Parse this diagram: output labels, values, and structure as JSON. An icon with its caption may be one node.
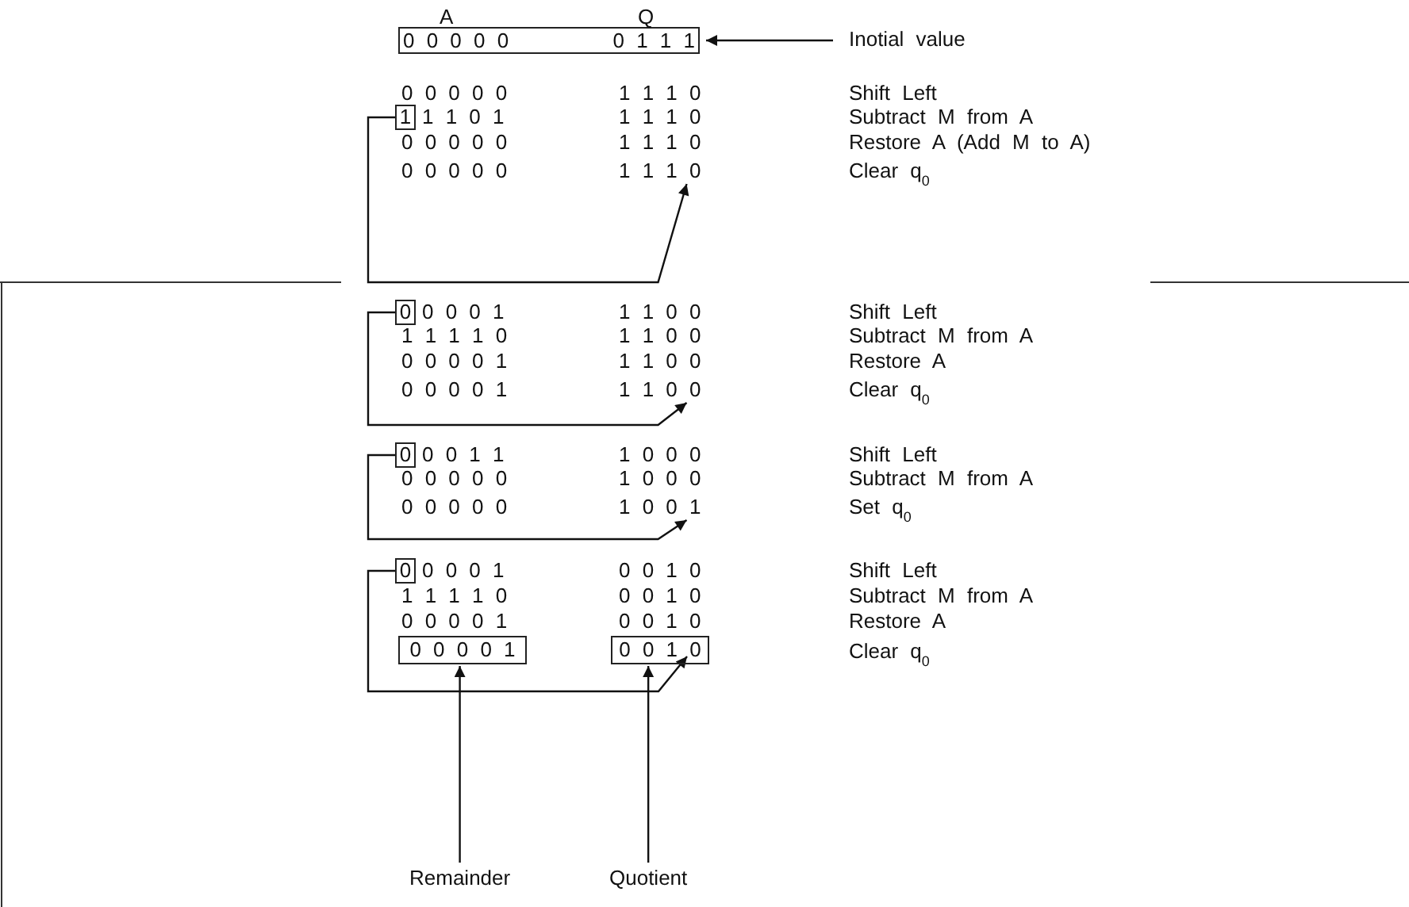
{
  "diagram": {
    "nodes": [
      {
        "text": [
          "0 0 0 0 0",
          "0 1 1 1"
        ]
      },
      {
        "text": [
          "Inotial value"
        ]
      },
      {
        "text": [
          "1"
        ]
      },
      {
        "text": [
          "1 1 1 0"
        ]
      },
      {
        "text": [
          "0"
        ]
      },
      {
        "text": [
          "1 1 0 0"
        ]
      },
      {
        "text": [
          "0"
        ]
      },
      {
        "text": [
          "1 0 0 1"
        ]
      },
      {
        "text": [
          "0"
        ]
      },
      {
        "text": [
          "0 0 0 0 1"
        ]
      },
      {
        "text": [
          "0 0 1 0"
        ]
      },
      {
        "text": [
          "Remainder"
        ]
      },
      {
        "text": [
          "Quotient"
        ]
      }
    ],
    "edges": [
      {
        "from": 1,
        "to": 0,
        "arrow": "to"
      },
      {
        "from": 2,
        "to": 3,
        "arrow": "to"
      },
      {
        "from": 4,
        "to": 5,
        "arrow": "to"
      },
      {
        "from": 6,
        "to": 7,
        "arrow": "to"
      },
      {
        "from": 8,
        "to": 10,
        "arrow": "to"
      },
      {
        "from": 11,
        "to": 9,
        "arrow": "to"
      },
      {
        "from": 12,
        "to": 10,
        "arrow": "to"
      }
    ],
    "labels": [
      "A",
      "Q",
      "0 0 0 0 0",
      "1 1 1 0",
      "Shift Left",
      "1 1 0 1",
      "1 1 1 0",
      "Subtract M from A",
      "0 0 0 0 0",
      "1 1 1 0",
      "Restore A (Add M to A)",
      "0 0 0 0 0",
      "Clear q$_{0}$",
      "0 0 0 1",
      "1 1 0 0",
      "Shift Left",
      "1 1 1 1 0",
      "1 1 0 0",
      "Subtract M from A",
      "0 0 0 0 1",
      "1 1 0 0",
      "Restore A",
      "0 0 0 0 1",
      "Clear q$_{0}$",
      "0 0 1 1",
      "1 0 0 0",
      "Shift Left",
      "0 0 0 0 0",
      "1 0 0 0",
      "Subtract M from A",
      "0 0 0 0 0",
      "Set q$_{0}$",
      "0 0 0 1",
      "0 0 1 0",
      "Shift Left",
      "1 1 1 1 0",
      "0 0 1 0",
      "Subtract M from A",
      "0 0 0 0 1",
      "0 0 1 0",
      "Restore A",
      "Clear q$_{0}$"
    ]
  }
}
